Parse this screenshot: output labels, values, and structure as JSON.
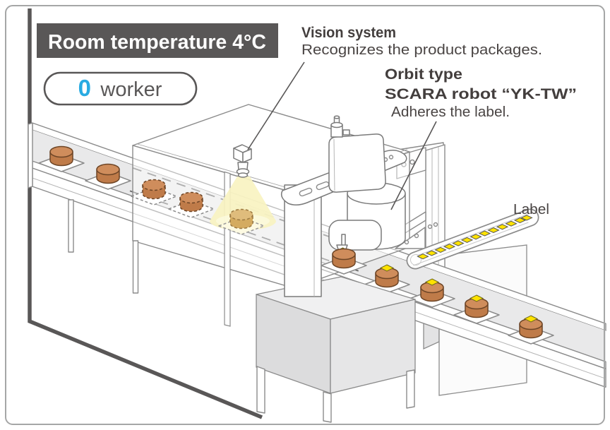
{
  "header": {
    "title": "Room temperature 4°C",
    "bg_color": "#595757",
    "text_color": "#ffffff"
  },
  "worker_badge": {
    "count": "0",
    "label": "worker",
    "count_color": "#29abe2"
  },
  "annotations": {
    "vision": {
      "title": "Vision system",
      "description": "Recognizes the product packages."
    },
    "robot": {
      "title_line1": "Orbit type",
      "title_line2": "SCARA robot “YK-TW”",
      "description": "Adheres the label."
    },
    "label_feed": {
      "label": "Label"
    }
  },
  "colors": {
    "outline_gray": "#8b8b8b",
    "product_top_brown": "#cf8d5c",
    "product_side_brown": "#bf7b49",
    "label_yellow": "#ffe200",
    "light_cone_yellow": "#f8f3c1",
    "belt_gray": "#e9e9ea",
    "text_dark": "#4a4544",
    "boundary_dark": "#595757"
  }
}
